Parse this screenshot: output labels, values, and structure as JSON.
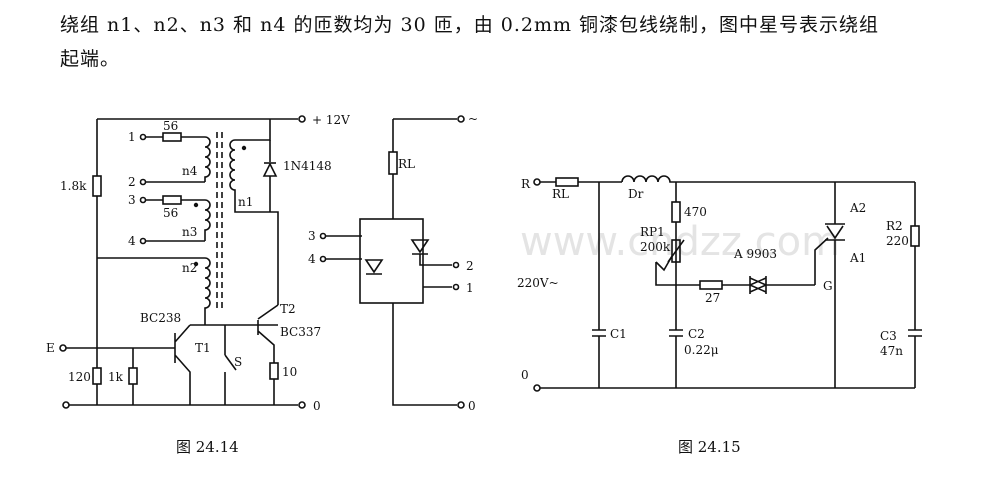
{
  "intro": {
    "line1": "绕组 n1、n2、n3 和 n4 的匝数均为 30 匝，由 0.2mm 铜漆包线绕制，图中星号表示绕组",
    "line2": "起端。"
  },
  "fig14": {
    "caption": "图 24.14",
    "supply": "+ 12V",
    "ground": "0",
    "input": "E",
    "terminals": [
      "1",
      "2",
      "3",
      "4"
    ],
    "resistors": {
      "r_1k8": "1.8k",
      "r_56a": "56",
      "r_56b": "56",
      "r_120": "120",
      "r_1k": "1k",
      "r_10": "10"
    },
    "windings": {
      "n1": "n1",
      "n2": "n2",
      "n3": "n3",
      "n4": "n4"
    },
    "diode": "1N4148",
    "t1": "T1",
    "t1_type": "BC238",
    "t2": "T2",
    "t2_type": "BC337",
    "switch": "S",
    "load": {
      "ac": "~",
      "rl": "RL",
      "ground": "0",
      "in3": "3",
      "in4": "4",
      "out2": "2",
      "out1": "1"
    }
  },
  "fig15": {
    "caption": "图 24.15",
    "input": "R",
    "rl": "RL",
    "choke": "Dr",
    "r470": "470",
    "rp1": "RP1",
    "rp1_val": "200k",
    "r27": "27",
    "diac": "A 9903",
    "triac_a2": "A2",
    "triac_a1": "A1",
    "triac_g": "G",
    "r2": "R2",
    "r2_val": "220",
    "c1": "C1",
    "c2": "C2",
    "c2_val": "0.22μ",
    "c3": "C3",
    "c3_val": "47n",
    "mains": "220V~",
    "ground": "0"
  },
  "watermark": "www.cndzz.com"
}
